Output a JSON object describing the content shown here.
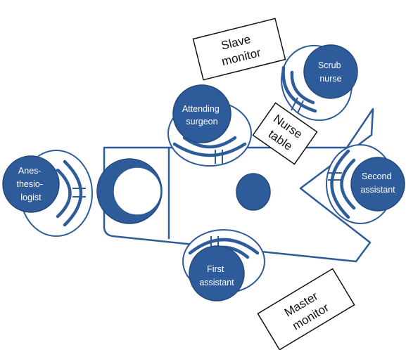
{
  "colors": {
    "outline": "#2e5c9a",
    "head_fill": "#2e5c9a",
    "head_stroke": "#23487a",
    "label_light": "#ffffff",
    "label_dark": "#111111",
    "background": "#ffffff"
  },
  "people": {
    "anesthesiologist": {
      "lines": [
        "Anes-",
        "thesio-",
        "logist"
      ]
    },
    "attending_surgeon": {
      "lines": [
        "Attending",
        "surgeon"
      ]
    },
    "scrub_nurse": {
      "lines": [
        "Scrub",
        "nurse"
      ]
    },
    "second_assistant": {
      "lines": [
        "Second",
        "assistant"
      ]
    },
    "first_assistant": {
      "lines": [
        "First",
        "assistant"
      ]
    }
  },
  "boxes": {
    "slave_monitor": {
      "lines": [
        "Slave",
        "monitor"
      ]
    },
    "nurse_table": {
      "lines": [
        "Nurse",
        "table"
      ]
    },
    "master_monitor": {
      "lines": [
        "Master",
        "monitor"
      ]
    }
  }
}
